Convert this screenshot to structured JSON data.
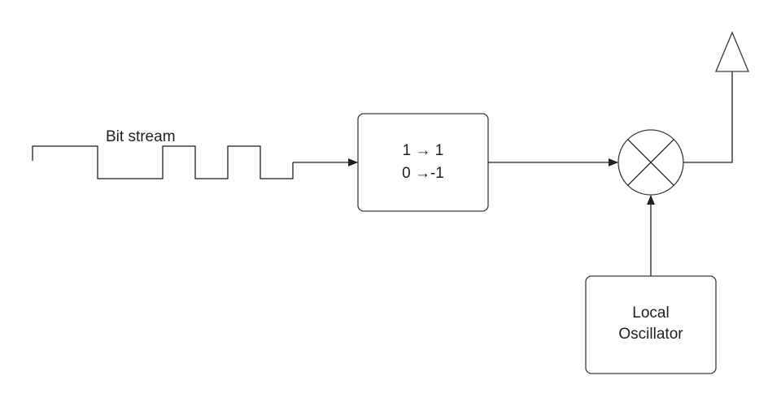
{
  "bitstream": {
    "label": "Bit stream"
  },
  "mapper": {
    "line1": "1 → 1",
    "line2": "0 →-1"
  },
  "mixer": {
    "icon": "multiplier-x-circle-icon"
  },
  "oscillator": {
    "line1": "Local",
    "line2": "Oscillator"
  },
  "antenna": {
    "icon": "antenna-triangle-icon"
  }
}
